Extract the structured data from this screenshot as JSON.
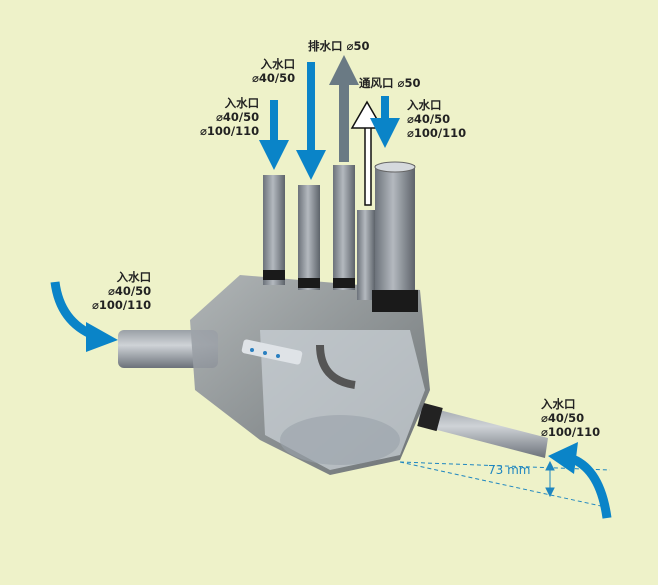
{
  "colors": {
    "background": "#eef2c9",
    "inlet_arrow": "#0a84c8",
    "outlet_arrow": "#6a7a84",
    "vent_arrow": "#ffffff",
    "dimension": "#1e86c0"
  },
  "labels": {
    "outlet": {
      "name": "排水口",
      "size": "⌀50"
    },
    "vent": {
      "name": "通风口",
      "size": "⌀50"
    },
    "inlet_top_left": {
      "name": "入水口",
      "sizes": [
        "⌀40/50",
        "⌀100/110"
      ]
    },
    "inlet_top_middle": {
      "name": "入水口",
      "sizes": [
        "⌀40/50"
      ]
    },
    "inlet_top_right": {
      "name": "入水口",
      "sizes": [
        "⌀40/50",
        "⌀100/110"
      ]
    },
    "inlet_side_left": {
      "name": "入水口",
      "sizes": [
        "⌀40/50",
        "⌀100/110"
      ]
    },
    "inlet_side_right": {
      "name": "入水口",
      "sizes": [
        "⌀40/50",
        "⌀100/110"
      ]
    }
  },
  "dimension": {
    "value": "73 mm"
  }
}
